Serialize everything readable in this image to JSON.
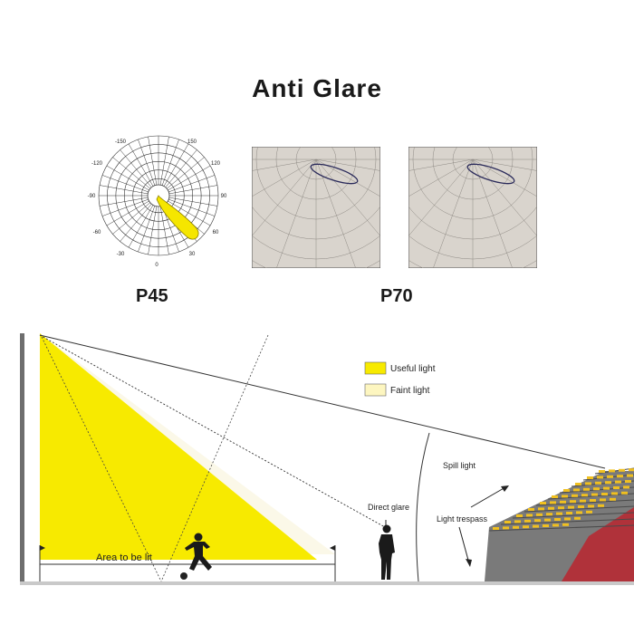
{
  "title": "Anti Glare",
  "polar_p45": {
    "label": "P45",
    "angle_labels": [
      "-150",
      "150",
      "-120",
      "120",
      "-90",
      "90",
      "-60",
      "60",
      "-30",
      "30",
      "0"
    ],
    "beam_color": "#f5e600"
  },
  "polar_p70": {
    "label": "P70",
    "panel_color": "#d9d4cd"
  },
  "scene": {
    "legend": [
      {
        "label": "Useful light",
        "color": "#f7ea00"
      },
      {
        "label": "Faint light",
        "color": "#fdf6c0"
      }
    ],
    "labels": {
      "area": "Area to be lit",
      "direct_glare": "Direct glare",
      "spill": "Spill light",
      "trespass": "Light trespass"
    },
    "useful_color": "#f7ea00"
  }
}
